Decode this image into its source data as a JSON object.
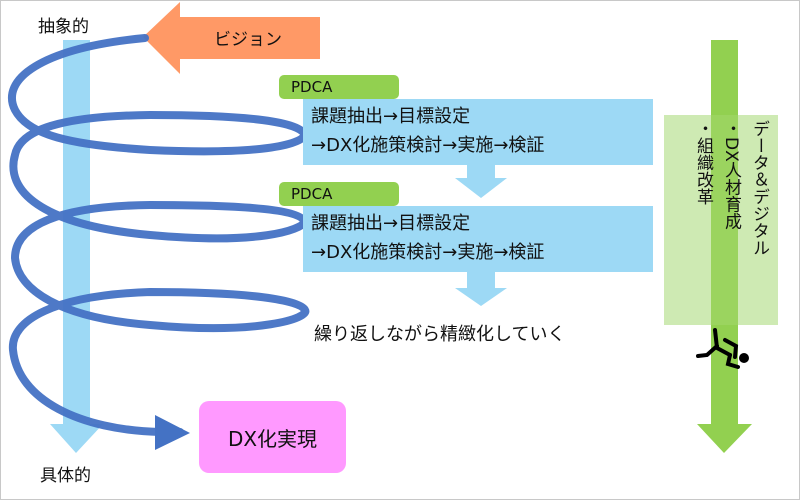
{
  "axis": {
    "top_label": "抽象的",
    "bottom_label": "具体的"
  },
  "vision_arrow": {
    "label": "ビジョン",
    "color": "#ff9966"
  },
  "pdca_blocks": [
    {
      "tag": "PDCA",
      "line1": "課題抽出→目標設定",
      "line2": "→DX化施策検討→実施→検証"
    },
    {
      "tag": "PDCA",
      "line1": "課題抽出→目標設定",
      "line2": "→DX化施策検討→実施→検証"
    }
  ],
  "repeat_text": "繰り返しながら精緻化していく",
  "goal": {
    "label": "DX化実現",
    "color": "#ff99ff"
  },
  "side_panel": {
    "lines": [
      "データ＆デジタル",
      "・DX人材育成",
      "・組織改革"
    ],
    "arrow_color": "#92d050",
    "panel_color": "#c5e6a6",
    "icon": "running-person-icon"
  },
  "colors": {
    "spiral": "#4472c4",
    "axis_bar": "#9dd9f5",
    "pdca_tag": "#92d050",
    "step_box": "#9dd9f5"
  }
}
